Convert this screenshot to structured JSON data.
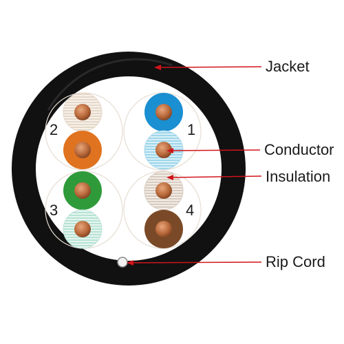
{
  "labels": {
    "jacket": "Jacket",
    "conductor": "Conductor",
    "insulation": "Insulation",
    "rip_cord": "Rip Cord"
  },
  "pairs": [
    {
      "number": "1",
      "solid_color": "#1a8fd1",
      "stripe_color": "#bfe6f3"
    },
    {
      "number": "2",
      "solid_color": "#e0731f",
      "stripe_color": "#eee6dd"
    },
    {
      "number": "3",
      "solid_color": "#2f9a3a",
      "stripe_color": "#cfeee6"
    },
    {
      "number": "4",
      "solid_color": "#7a4a28",
      "stripe_color": "#e6ddd6"
    }
  ],
  "colors": {
    "jacket": "#111111",
    "leader_line": "#d0141b",
    "copper": "#b96a3c",
    "pair_divider": "#e6ddd2"
  }
}
